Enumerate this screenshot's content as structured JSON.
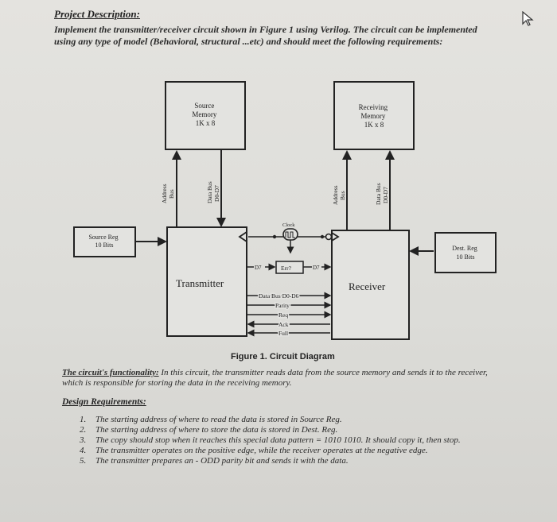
{
  "header": {
    "title": "Project Description:",
    "intro": "Implement the transmitter/receiver circuit shown in Figure 1 using Verilog. The circuit can be implemented using any type of model (Behavioral, structural ...etc) and should meet the following requirements:"
  },
  "diagram": {
    "source_memory": [
      "Source",
      "Memory",
      "1K x 8"
    ],
    "receiving_memory": [
      "Receiving",
      "Memory",
      "1K x 8"
    ],
    "src_address_bus": [
      "Address",
      "Bus"
    ],
    "src_data_bus": [
      "Data Bus",
      "D0-D7"
    ],
    "rcv_address_bus": [
      "Address",
      "Bus"
    ],
    "rcv_data_bus": [
      "Data Bus",
      "D0-D7"
    ],
    "source_reg": [
      "Source Reg",
      "10 Bits"
    ],
    "dest_reg": [
      "Dest. Reg",
      "10 Bits"
    ],
    "transmitter": "Transmitter",
    "receiver": "Receiver",
    "clock": "Clock",
    "err": "Err?",
    "d7_left": "D7",
    "d7_right": "D7",
    "signals": [
      "Data Bus D0-D6",
      "Parity",
      "Req",
      "Ack",
      "Full"
    ]
  },
  "caption": "Figure 1. Circuit Diagram",
  "functionality": {
    "label": "The circuit's functionality:",
    "text": " In this circuit, the transmitter reads data from the source memory and sends it to the receiver, which is responsible for storing the data in the receiving memory."
  },
  "design": {
    "title": "Design Requirements:",
    "items": [
      {
        "num": "1.",
        "text": "The starting address of where to read the data is stored in Source Reg."
      },
      {
        "num": "2.",
        "text": "The starting address of where to store the data is stored in Dest. Reg."
      },
      {
        "num": "3.",
        "text": "The copy should stop when it reaches this special data pattern = 1010 1010. It should copy it, then stop."
      },
      {
        "num": "4.",
        "text": "The transmitter operates on the positive edge, while the receiver operates at the negative edge."
      },
      {
        "num": "5.",
        "text": "The transmitter prepares an - ODD parity bit and sends it with the data."
      }
    ]
  }
}
